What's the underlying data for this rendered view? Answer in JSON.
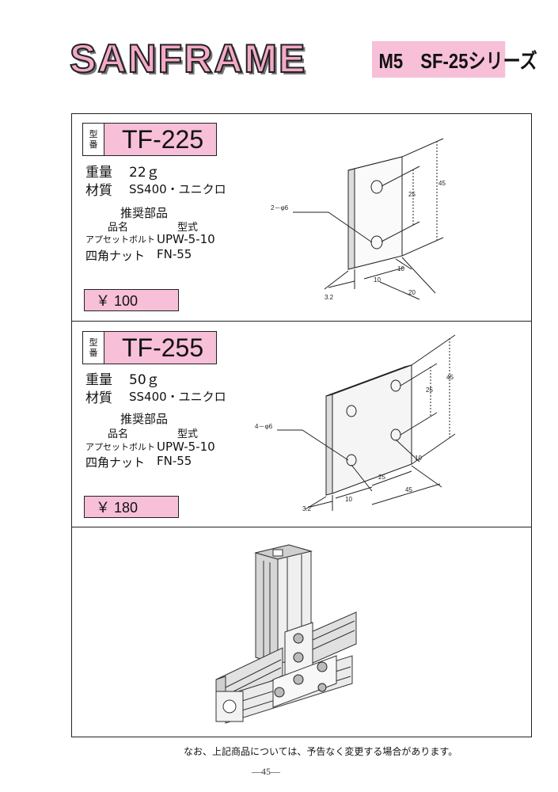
{
  "header": {
    "brand": "SANFRAME",
    "series": "M5　SF-25シリーズ"
  },
  "tag_label_1": "型",
  "tag_label_2": "番",
  "products": [
    {
      "model": "TF-225",
      "weight_label": "重量",
      "weight": "22ｇ",
      "material_label": "材質",
      "material": "SS400・ユニクロ",
      "parts_title": "推奨部品",
      "col_name": "品名",
      "col_type": "型式",
      "parts": [
        {
          "name": "アプセットボルト",
          "type": "UPW-5-10"
        },
        {
          "name": "四角ナット",
          "type": "FN-55"
        }
      ],
      "price": "￥ 100",
      "drawing": {
        "hole_note": "2－φ6",
        "d45": "45",
        "d25": "25",
        "d10a": "10",
        "d10b": "10",
        "d20": "20",
        "d32": "3.2"
      }
    },
    {
      "model": "TF-255",
      "weight_label": "重量",
      "weight": "50ｇ",
      "material_label": "材質",
      "material": "SS400・ユニクロ",
      "parts_title": "推奨部品",
      "col_name": "品名",
      "col_type": "型式",
      "parts": [
        {
          "name": "アプセットボルト",
          "type": "UPW-5-10"
        },
        {
          "name": "四角ナット",
          "type": "FN-55"
        }
      ],
      "price": "￥ 180",
      "drawing": {
        "hole_note": "4－φ6",
        "d45a": "45",
        "d25a": "25",
        "d10a": "10",
        "d25b": "25",
        "d45b": "45",
        "d10b": "10",
        "d32": "3.2"
      }
    }
  ],
  "footer": {
    "note": "なお、上記商品については、予告なく変更する場合があります。",
    "page": "―45―"
  }
}
